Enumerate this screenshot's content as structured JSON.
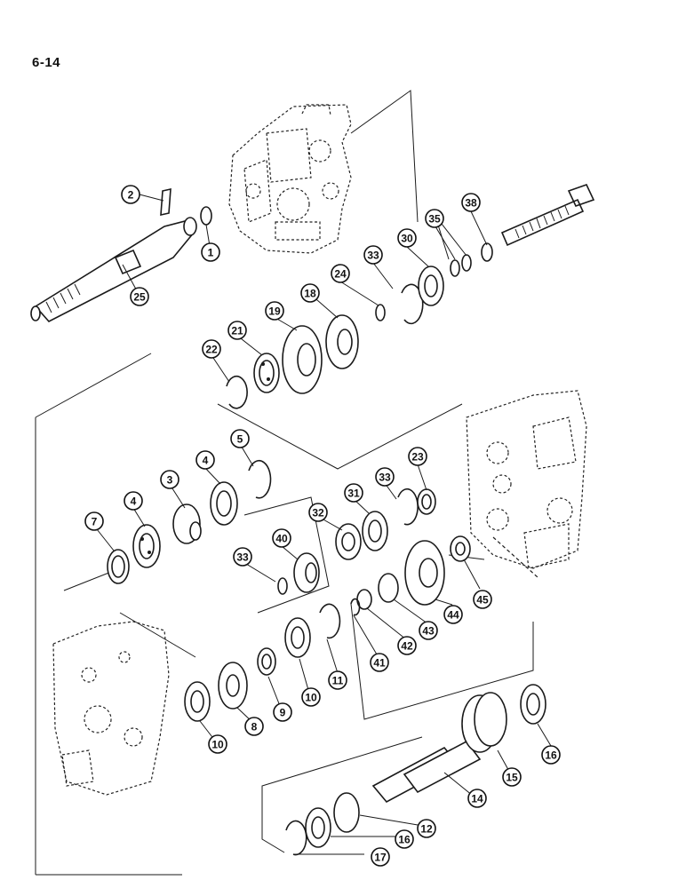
{
  "page": {
    "label": "6-14"
  },
  "callouts": [
    {
      "id": "c2",
      "text": "2"
    },
    {
      "id": "c1",
      "text": "1"
    },
    {
      "id": "c25",
      "text": "25"
    },
    {
      "id": "c38",
      "text": "38"
    },
    {
      "id": "c35",
      "text": "35"
    },
    {
      "id": "c30",
      "text": "30"
    },
    {
      "id": "c33a",
      "text": "33"
    },
    {
      "id": "c24",
      "text": "24"
    },
    {
      "id": "c18",
      "text": "18"
    },
    {
      "id": "c19",
      "text": "19"
    },
    {
      "id": "c21",
      "text": "21"
    },
    {
      "id": "c22",
      "text": "22"
    },
    {
      "id": "c5",
      "text": "5"
    },
    {
      "id": "c4a",
      "text": "4"
    },
    {
      "id": "c3",
      "text": "3"
    },
    {
      "id": "c4b",
      "text": "4"
    },
    {
      "id": "c7",
      "text": "7"
    },
    {
      "id": "c23",
      "text": "23"
    },
    {
      "id": "c33b",
      "text": "33"
    },
    {
      "id": "c31",
      "text": "31"
    },
    {
      "id": "c32",
      "text": "32"
    },
    {
      "id": "c40",
      "text": "40"
    },
    {
      "id": "c33c",
      "text": "33"
    },
    {
      "id": "c45",
      "text": "45"
    },
    {
      "id": "c44",
      "text": "44"
    },
    {
      "id": "c43",
      "text": "43"
    },
    {
      "id": "c42",
      "text": "42"
    },
    {
      "id": "c41",
      "text": "41"
    },
    {
      "id": "c11",
      "text": "11"
    },
    {
      "id": "c10a",
      "text": "10"
    },
    {
      "id": "c9",
      "text": "9"
    },
    {
      "id": "c8",
      "text": "8"
    },
    {
      "id": "c10b",
      "text": "10"
    },
    {
      "id": "c16a",
      "text": "16"
    },
    {
      "id": "c15",
      "text": "15"
    },
    {
      "id": "c14",
      "text": "14"
    },
    {
      "id": "c12",
      "text": "12"
    },
    {
      "id": "c16b",
      "text": "16"
    },
    {
      "id": "c17",
      "text": "17"
    }
  ]
}
